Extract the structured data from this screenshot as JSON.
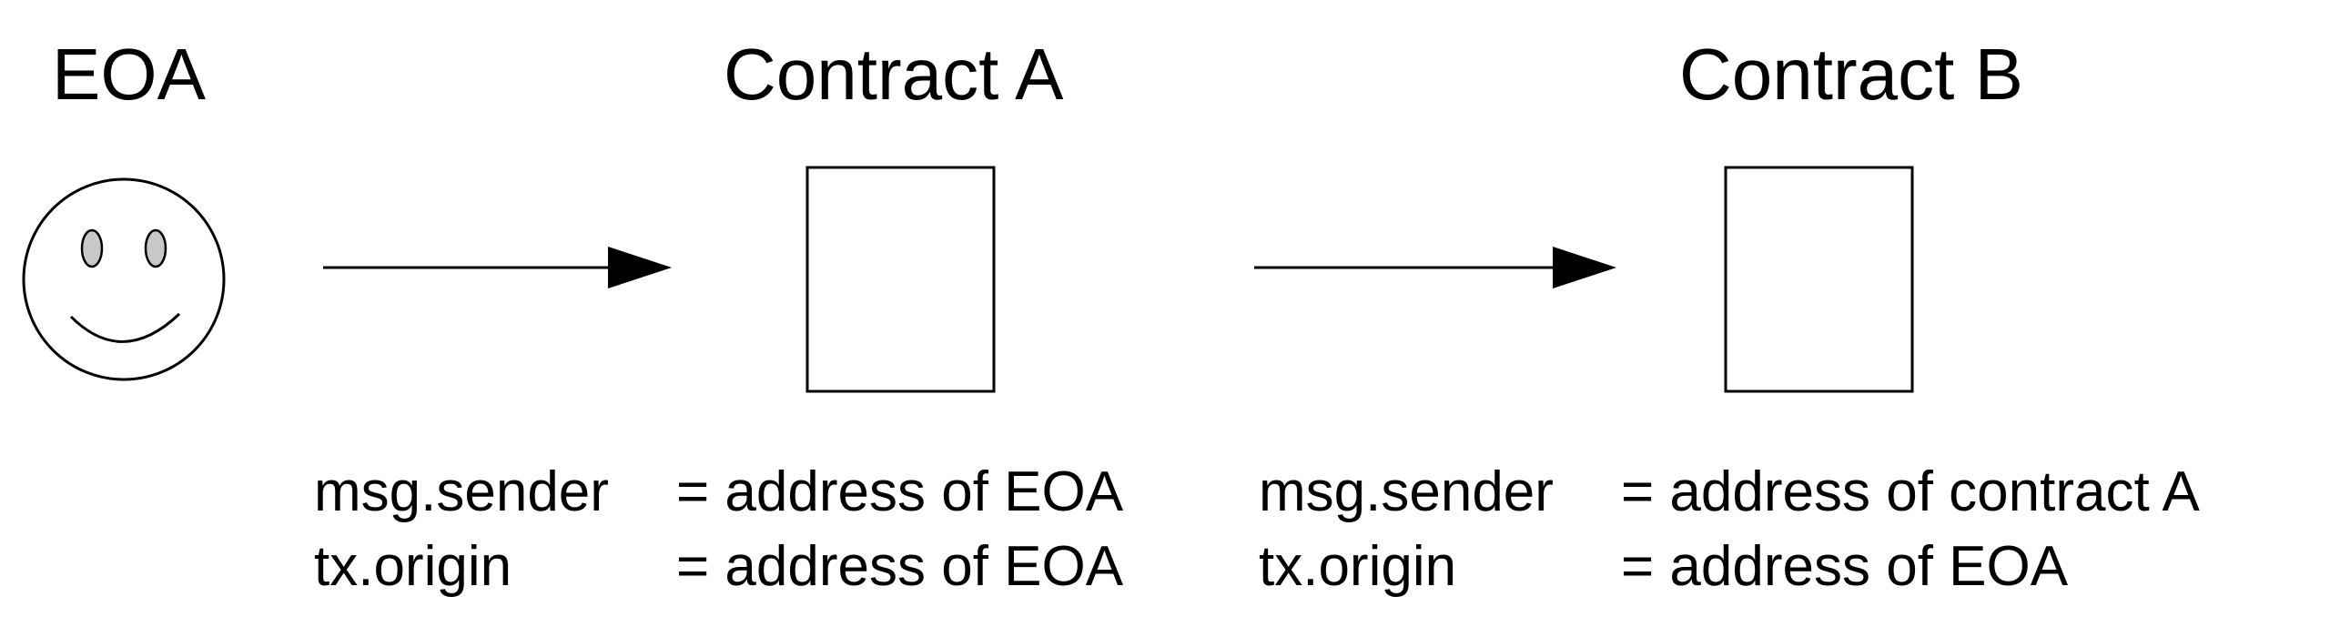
{
  "nodes": {
    "eoa": {
      "label": "EOA"
    },
    "contract_a": {
      "label": "Contract A"
    },
    "contract_b": {
      "label": "Contract B"
    }
  },
  "info": {
    "contract_a": {
      "sender_key": "msg.sender",
      "sender_value": "= address of EOA",
      "origin_key": "tx.origin",
      "origin_value": "= address of EOA"
    },
    "contract_b": {
      "sender_key": "msg.sender",
      "sender_value": "= address of contract A",
      "origin_key": "tx.origin",
      "origin_value": "= address of EOA"
    }
  },
  "icons": {
    "eoa": "smiley-face-icon"
  },
  "colors": {
    "stroke": "#000000",
    "eye_fill": "#c8c8c8",
    "background": "#ffffff"
  }
}
